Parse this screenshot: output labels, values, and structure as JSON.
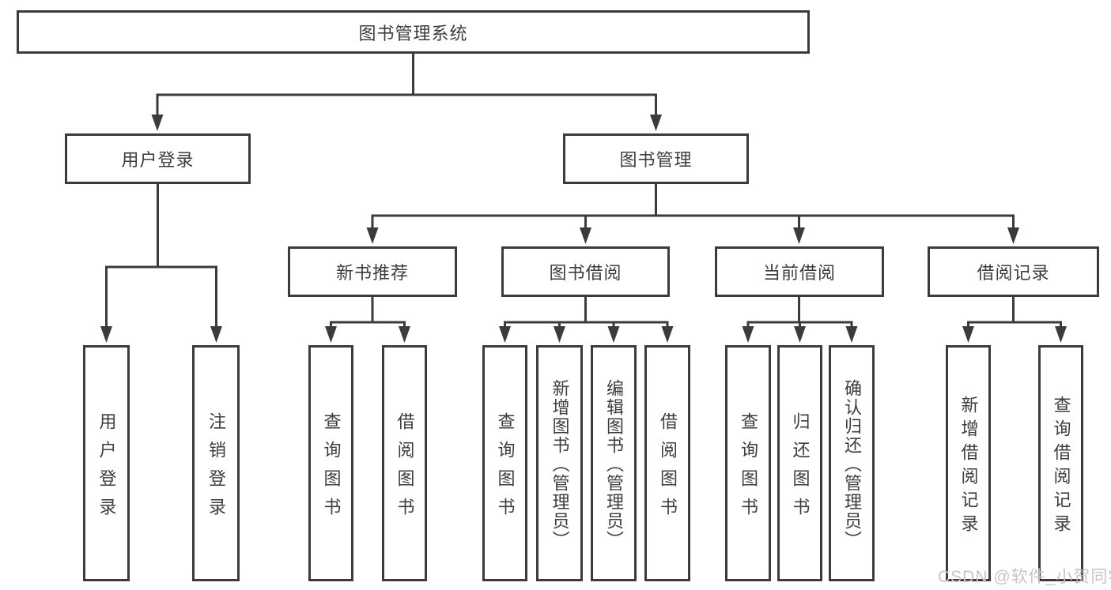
{
  "tree": {
    "root": "图书管理系统",
    "level2": [
      "用户登录",
      "图书管理"
    ],
    "level3": [
      "新书推荐",
      "图书借阅",
      "当前借阅",
      "借阅记录"
    ],
    "leaves": {
      "user_login": [
        "用户登录",
        "注销登录"
      ],
      "new_book": [
        "查询图书",
        "借阅图书"
      ],
      "borrow": [
        "查询图书",
        "新增图书（管理员）",
        "编辑图书（管理员）",
        "借阅图书"
      ],
      "current": [
        "查询图书",
        "归还图书",
        "确认归还（管理员）"
      ],
      "records": [
        "新增借阅记录",
        "查询借阅记录"
      ]
    }
  },
  "watermark": {
    "text": "CSDN @软件_小贺同学"
  },
  "colors": {
    "line": "#3b3b3b",
    "text": "#3d3d3d",
    "watermark": "#c6c6c6",
    "background": "#ffffff"
  }
}
